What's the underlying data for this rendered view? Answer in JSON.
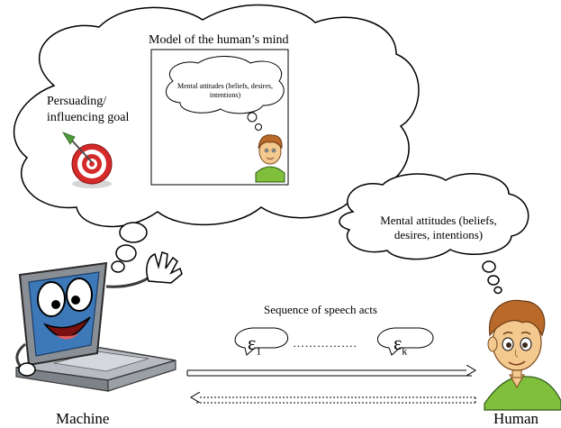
{
  "diagram": {
    "model_title": "Model of the human’s mind",
    "goal_label": [
      "Persuading/",
      "influencing goal"
    ],
    "inner_attitudes": "Mental attitudes (beliefs, desires, intentions)",
    "human_attitudes": "Mental attitudes (beliefs, desires, intentions)",
    "sequence_label": "Sequence of speech acts",
    "speech_act_first": "ε",
    "speech_act_first_sub": "1",
    "speech_act_last": "ε",
    "speech_act_last_sub": "k",
    "ellipsis": "…………….",
    "machine_label": "Machine",
    "human_label": "Human"
  },
  "colors": {
    "target_red": "#d42a2a",
    "dart_green": "#4f9b3a",
    "laptop_gray": "#8a8f96",
    "screen_blue": "#3d78b8",
    "human_hair": "#b9692a",
    "human_skin": "#f4c98f",
    "human_shirt": "#7fbf3c"
  }
}
